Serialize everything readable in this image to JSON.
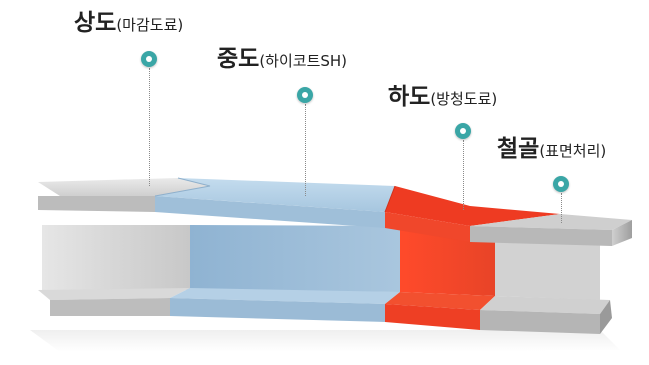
{
  "layers": [
    {
      "id": "top",
      "main": "상도",
      "sub": "(마감도료)",
      "color": "#c9c9c9"
    },
    {
      "id": "middle",
      "main": "중도",
      "sub": "(하이코트SH)",
      "color": "#a9c8e0"
    },
    {
      "id": "bottom",
      "main": "하도",
      "sub": "(방청도료)",
      "color": "#f04a2c"
    },
    {
      "id": "steel",
      "main": "철골",
      "sub": "(표면처리)",
      "color": "#bdbdbd"
    }
  ],
  "marker_color": "#3aa6a6"
}
